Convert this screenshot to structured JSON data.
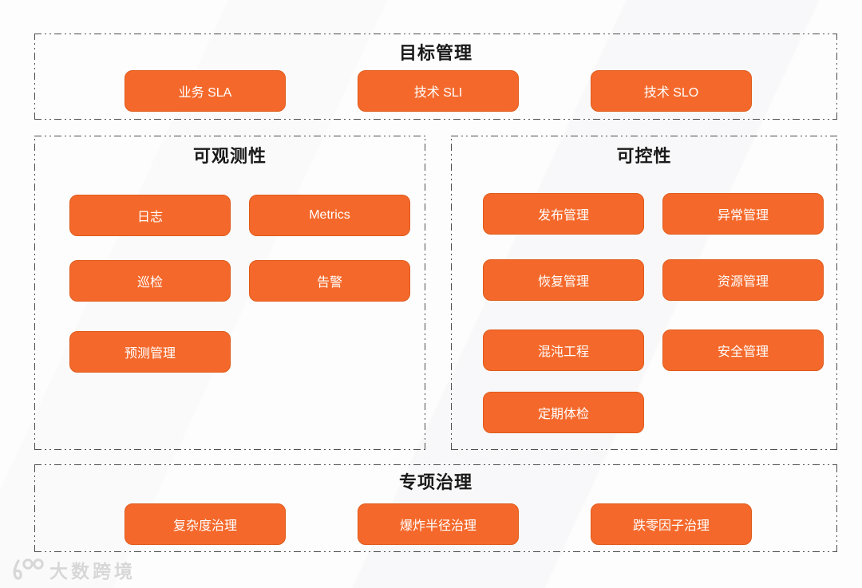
{
  "colors": {
    "accent_orange": "#f4692b",
    "accent_orange_border": "#df5a1a",
    "button_text": "#ffffff",
    "panel_border": "#4d4d4d",
    "title_text": "#1a1a1a"
  },
  "sections": {
    "goal": {
      "title": "目标管理",
      "items": [
        "业务 SLA",
        "技术 SLI",
        "技术 SLO"
      ]
    },
    "observability": {
      "title": "可观测性",
      "items": [
        "日志",
        "Metrics",
        "巡检",
        "告警",
        "预测管理"
      ]
    },
    "controllability": {
      "title": "可控性",
      "items": [
        "发布管理",
        "异常管理",
        "恢复管理",
        "资源管理",
        "混沌工程",
        "安全管理",
        "定期体检"
      ]
    },
    "governance": {
      "title": "专项治理",
      "items": [
        "复杂度治理",
        "爆炸半径治理",
        "跌零因子治理"
      ]
    }
  },
  "watermark": {
    "logo": "100-swoosh-logo",
    "text": "大数跨境"
  }
}
